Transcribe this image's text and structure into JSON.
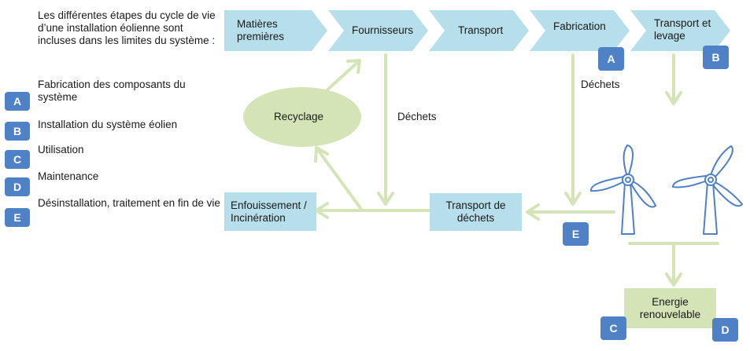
{
  "intro": "Les différentes étapes du cycle de vie d’une installation éolienne sont incluses dans les limites du système :",
  "legend": [
    {
      "badge": "A",
      "label": "Fabrication des composants du système"
    },
    {
      "badge": "B",
      "label": "Installation du système éolien"
    },
    {
      "badge": "C",
      "label": "Utilisation"
    },
    {
      "badge": "D",
      "label": "Maintenance"
    },
    {
      "badge": "E",
      "label": "Désinstallation, traitement en fin de vie"
    }
  ],
  "chevrons": [
    "Matières premières",
    "Fournisseurs",
    "Transport",
    "Fabrication",
    "Transport et levage"
  ],
  "labels": {
    "recyclage": "Recyclage",
    "dechets_left": "Déchets",
    "dechets_right": "Déchets",
    "enfouissement": "Enfouissement / Incinération",
    "transport_dechets": "Transport de déchets",
    "energie": "Energie renouvelable"
  },
  "badges": {
    "fabrication": "A",
    "levage": "B",
    "end_of_life": "E",
    "energie_left": "C",
    "energie_right": "D"
  },
  "colors": {
    "badge": "#4f81c7",
    "chevron": "#b7deeb",
    "green": "#d5e4b7",
    "arrow": "#d5e4b7",
    "turbine": "#4f81c7"
  }
}
